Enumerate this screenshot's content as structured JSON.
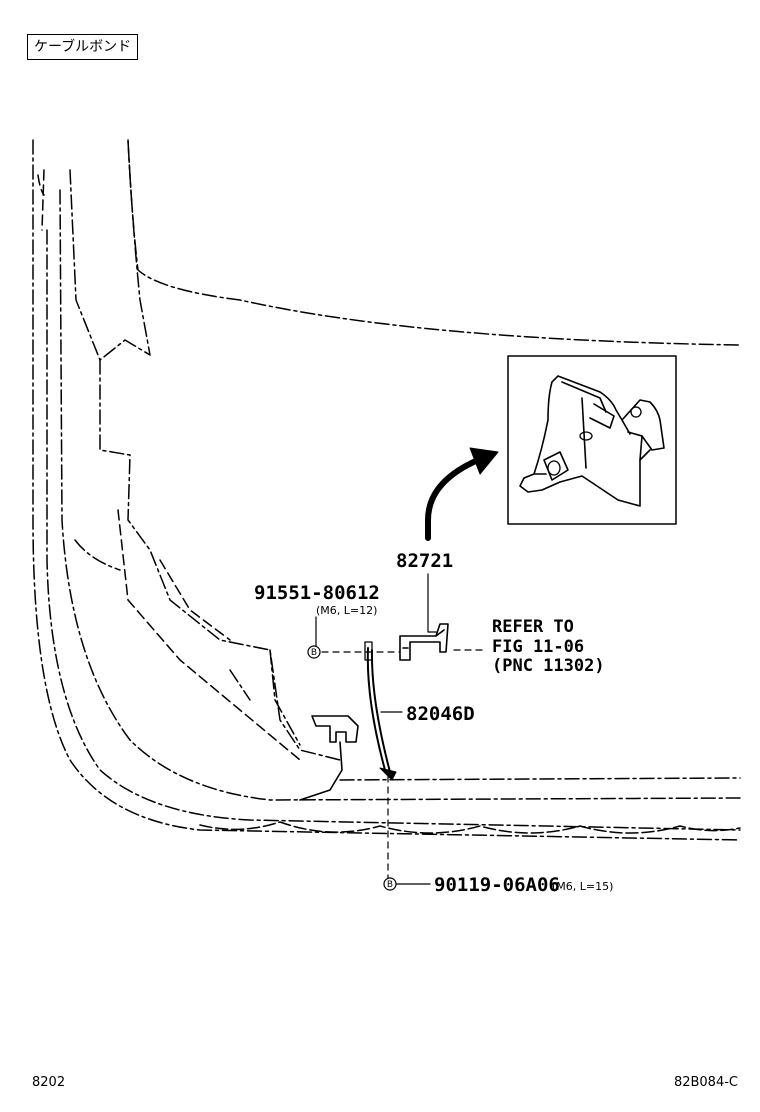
{
  "header": {
    "title": "ケーブルボンド"
  },
  "parts": {
    "bracket": {
      "number": "82721"
    },
    "bolt_upper": {
      "number": "91551-80612",
      "spec": "(M6, L=12)",
      "symbol": "B"
    },
    "cable": {
      "number": "82046D"
    },
    "bolt_lower": {
      "number": "90119-06A06",
      "spec": "(M6, L=15)",
      "symbol": "B"
    }
  },
  "reference": {
    "line1": "REFER TO",
    "line2": "FIG 11-06",
    "line3": "(PNC 11302)"
  },
  "footer": {
    "page_code": "8202",
    "figure_code": "82B084-C"
  }
}
